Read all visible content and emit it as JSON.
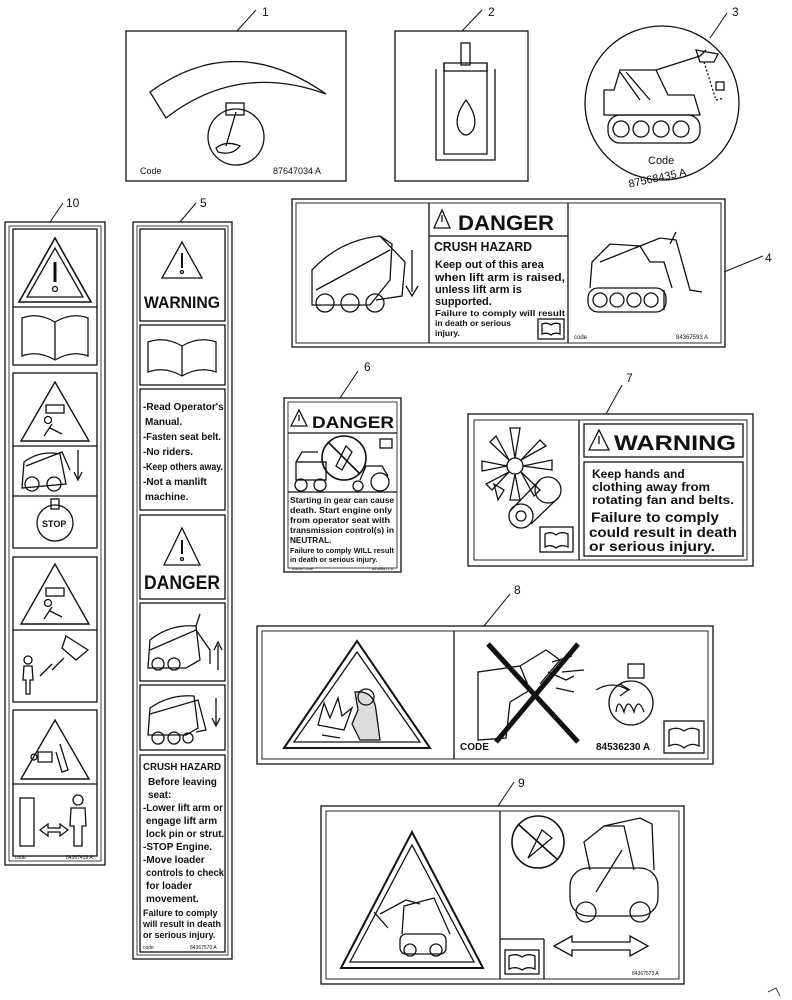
{
  "callouts": [
    "1",
    "2",
    "3",
    "4",
    "5",
    "6",
    "7",
    "8",
    "9",
    "10"
  ],
  "decal1": {
    "code_label": "Code",
    "code": "87647034 A"
  },
  "decal3": {
    "code_label": "Code",
    "code": "87568435 A"
  },
  "decal4": {
    "danger": "DANGER",
    "hazard": "CRUSH HAZARD",
    "lines": [
      "Keep out of this area",
      "when lift arm is raised,",
      "unless lift arm is",
      "supported."
    ],
    "fail": [
      "Failure to comply will result",
      "in death or serious",
      "injury."
    ],
    "code_label": "code",
    "code": "84367593 A"
  },
  "decal5": {
    "warning": "WARNING",
    "warn_lines": [
      "-Read Operator's",
      "Manual.",
      "-Fasten seat belt.",
      "-No riders.",
      "-Keep others away.",
      "-Not a manlift",
      "machine."
    ],
    "danger": "DANGER",
    "hazard": "CRUSH HAZARD",
    "hazard_lines": [
      "Before leaving",
      "seat:",
      "-Lower lift arm or",
      "engage lift arm",
      "lock pin or strut.",
      "-STOP Engine.",
      "-Move loader",
      "controls to check",
      "for loader",
      "movement."
    ],
    "fail": [
      "Failure to comply",
      "will result in death",
      "or serious injury."
    ],
    "code_label": "code",
    "code": "84367570 A"
  },
  "decal6": {
    "danger": "DANGER",
    "lines": [
      "Starting in gear can cause",
      "death. Start engine only",
      "from operator seat with",
      "transmission control(s) in",
      "NEUTRAL."
    ],
    "fail": [
      "Failure to comply WILL result",
      "in death or serious injury."
    ],
    "code_label": "tractor code",
    "code": "84366871 A"
  },
  "decal7": {
    "warning": "WARNING",
    "lines": [
      "Keep hands and",
      "clothing away from",
      "rotating fan and belts."
    ],
    "fail": [
      "Failure to comply",
      "could result in death",
      "or serious injury."
    ]
  },
  "decal8": {
    "code_label": "CODE",
    "code": "84536230 A"
  },
  "decal9": {
    "code": "84367573 A"
  },
  "decal10": {
    "stop": "STOP",
    "code_label": "code",
    "code": "84367418 A"
  }
}
